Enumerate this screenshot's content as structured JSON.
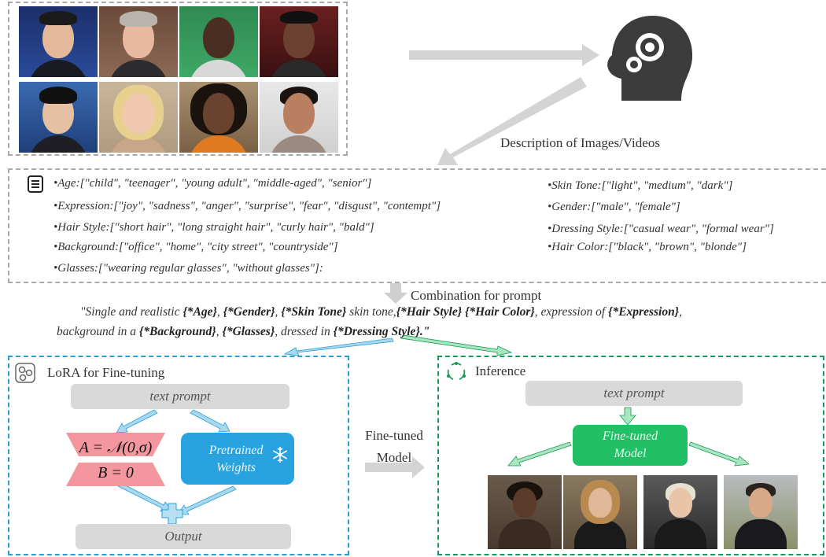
{
  "description_label": "Description of Images/Videos",
  "attributes_left": [
    "Age:[\"child\", \"teenager\", \"young adult\", \"middle-aged\", \"senior\"]",
    "Expression:[\"joy\", \"sadness\", \"anger\", \"surprise\", \"fear\", \"disgust\", \"contempt\"]",
    "Hair Style:[\"short hair\", \"long straight hair\", \"curly hair\", \"bald\"]",
    "Background:[\"office\", \"home\", \"city street\", \"countryside\"]",
    "Glasses:[\"wearing regular glasses\", \"without glasses\"]:"
  ],
  "attributes_right": [
    "Skin Tone:[\"light\", \"medium\", \"dark\"]",
    "Gender:[\"male\", \"female\"]",
    "Dressing Style:[\"casual wear\", \"formal wear\"]",
    "Hair Color:[\"black\", \"brown\", \"blonde\"]"
  ],
  "combination_label": "Combination for prompt",
  "prompt_line1": [
    {
      "t": "\"Single and realistic ",
      "b": false
    },
    {
      "t": "{*Age}",
      "b": true
    },
    {
      "t": ", ",
      "b": false
    },
    {
      "t": "{*Gender}",
      "b": true
    },
    {
      "t": ", ",
      "b": false
    },
    {
      "t": "{*Skin Tone}",
      "b": true
    },
    {
      "t": " skin tone,",
      "b": false
    },
    {
      "t": "{*Hair Style}",
      "b": true
    },
    {
      "t": " ",
      "b": false
    },
    {
      "t": "{*Hair Color}",
      "b": true
    },
    {
      "t": ", expression of ",
      "b": false
    },
    {
      "t": "{*Expression}",
      "b": true
    },
    {
      "t": ",",
      "b": false
    }
  ],
  "prompt_line2": [
    {
      "t": "background in a ",
      "b": false
    },
    {
      "t": "{*Background}",
      "b": true
    },
    {
      "t": ", ",
      "b": false
    },
    {
      "t": "{*Glasses}",
      "b": true
    },
    {
      "t": ", dressed in ",
      "b": false
    },
    {
      "t": "{*Dressing Style}.\"",
      "b": true
    }
  ],
  "lora": {
    "title": "LoRA for Fine-tuning",
    "text_prompt": "text prompt",
    "matrix_a": "A = 𝒩(0,σ)",
    "matrix_b": "B = 0",
    "pretrained": "Pretrained Weights",
    "output": "Output"
  },
  "middle_label_line1": "Fine-tuned",
  "middle_label_line2": "Model",
  "inference": {
    "title": "Inference",
    "text_prompt": "text prompt",
    "model": "Fine-tuned Model"
  },
  "colors": {
    "lora_border": "#2a9fd6",
    "inference_border": "#1a9a5a",
    "pink": "#f4969d",
    "blue": "#29a3e0",
    "green": "#22c066",
    "grey_box": "#d9d9d9",
    "arrow_grey": "#d0d0d0"
  }
}
